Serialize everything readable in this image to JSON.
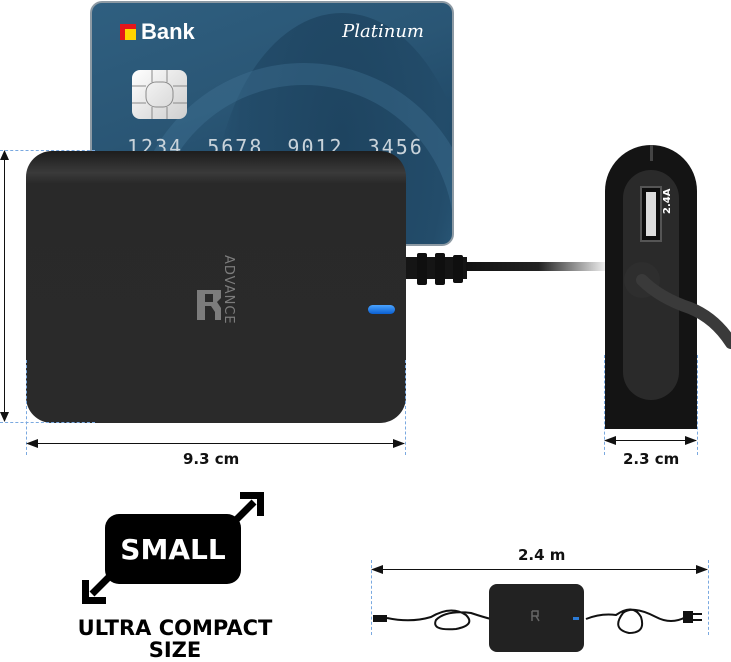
{
  "card": {
    "bank_name": "Bank",
    "tier": "Platinum",
    "number": "1234 5678 9012 3456",
    "colors": {
      "background": "#2a5675",
      "logo_red": "#e3161a",
      "logo_yellow": "#ffd400"
    }
  },
  "charger": {
    "brand": "ADVANCE",
    "led_color": "#1f7ae8",
    "usb_port_label": "2.4A"
  },
  "dimensions": {
    "width": "9.3 cm",
    "depth": "2.3 cm",
    "cable_length": "2.4 m"
  },
  "badge": {
    "main_label": "SMALL",
    "caption_line1": "ULTRA COMPACT",
    "caption_line2": "SIZE"
  }
}
